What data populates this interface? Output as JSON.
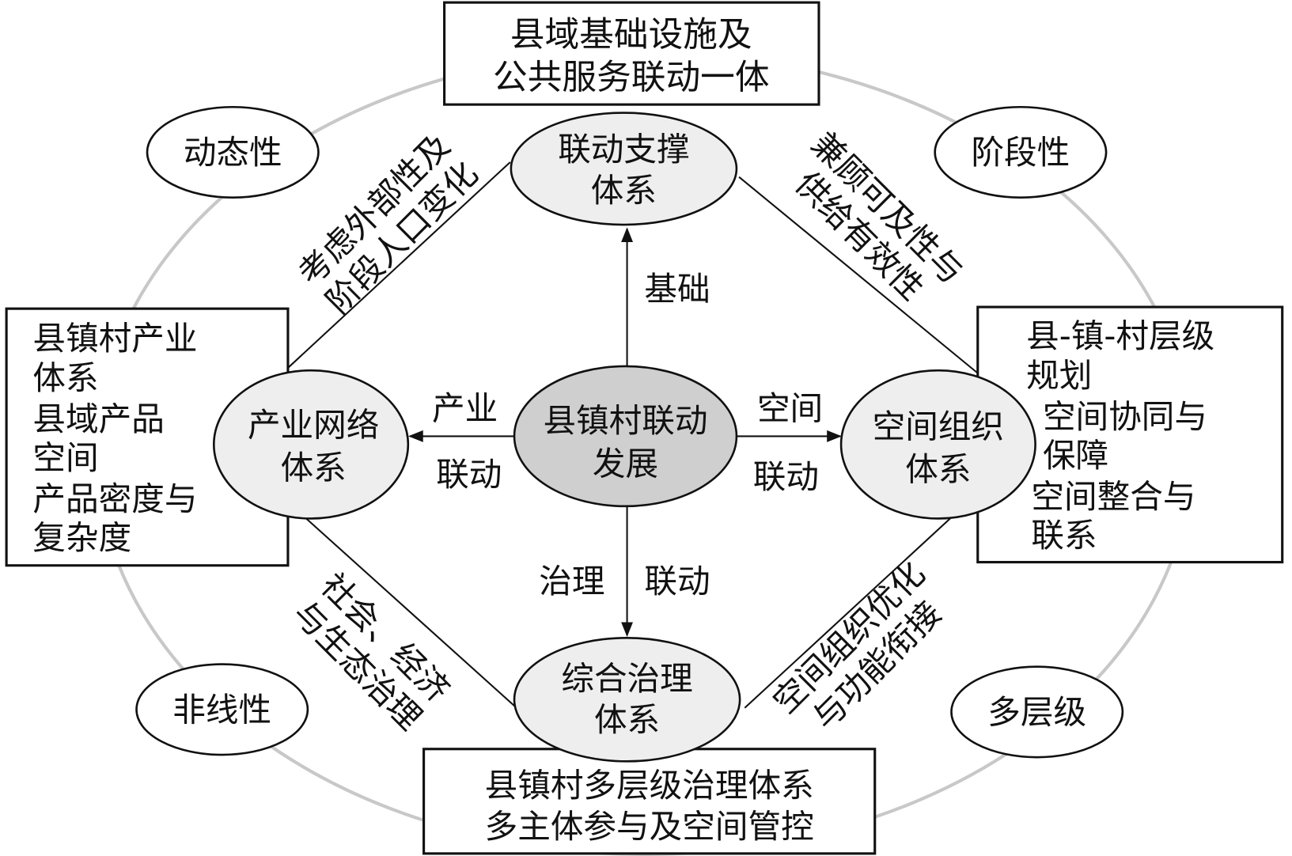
{
  "center": {
    "lines": [
      "县镇村联动",
      "发展"
    ]
  },
  "nodes": {
    "top": {
      "lines": [
        "联动支撑",
        "体系"
      ]
    },
    "left": {
      "lines": [
        "产业网络",
        "体系"
      ]
    },
    "right": {
      "lines": [
        "空间组织",
        "体系"
      ]
    },
    "bottom": {
      "lines": [
        "综合治理",
        "体系"
      ]
    }
  },
  "boxes": {
    "top": {
      "lines": [
        "县域基础设施及",
        "公共服务联动一体"
      ]
    },
    "left": {
      "lines": [
        "县镇村产业",
        "体系",
        "县域产品",
        "空间",
        "产品密度与",
        "复杂度"
      ]
    },
    "right": {
      "lines": [
        "县-镇-村层级",
        "规划",
        "空间协同与",
        "保障",
        "空间整合与",
        "联系"
      ]
    },
    "bottom": {
      "lines": [
        "县镇村多层级治理体系",
        "多主体参与及空间管控"
      ]
    }
  },
  "properties": [
    "动态性",
    "阶段性",
    "非线性",
    "多层级"
  ],
  "arrow_labels": {
    "up": "基础",
    "left": [
      "产业",
      "联动"
    ],
    "right": [
      "空间",
      "联动"
    ],
    "down": [
      "治理",
      "联动"
    ]
  },
  "edge_labels": {
    "top_left": [
      "考虑外部性及",
      "阶段人口变化"
    ],
    "top_right": [
      "兼顾可及性与",
      "供给有效性"
    ],
    "bottom_left": [
      "社会、经济",
      "与生态治理"
    ],
    "bottom_right": [
      "空间组织优化",
      "与功能衔接"
    ]
  },
  "colors": {
    "outer_ring": "#c8c8c8",
    "node_fill": "#eeeeee",
    "center_fill": "#cfcfcf"
  }
}
